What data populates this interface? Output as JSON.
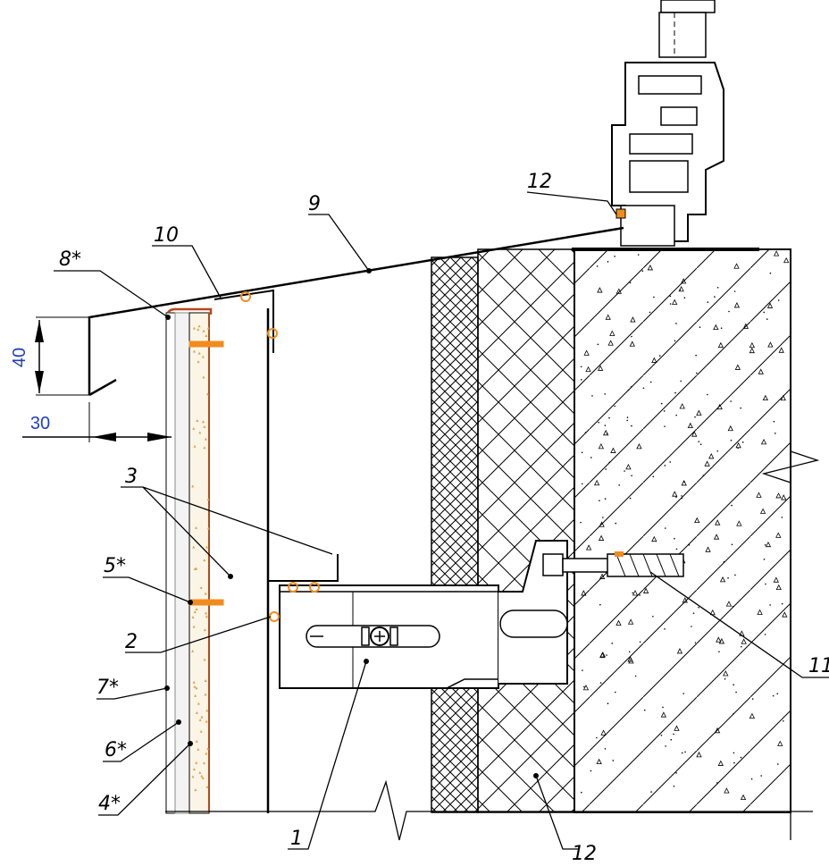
{
  "colors": {
    "line": "#000000",
    "dimension": "#1f3fbf",
    "fastener": "#f08c1e",
    "cladding_edge": "#b34a1a",
    "concrete_hatch": "#000000"
  },
  "callouts": [
    {
      "id": "c1",
      "text": "1"
    },
    {
      "id": "c2",
      "text": "2"
    },
    {
      "id": "c3",
      "text": "3"
    },
    {
      "id": "c4",
      "text": "4*"
    },
    {
      "id": "c5",
      "text": "5*"
    },
    {
      "id": "c6",
      "text": "6*"
    },
    {
      "id": "c7",
      "text": "7*"
    },
    {
      "id": "c8",
      "text": "8*"
    },
    {
      "id": "c9",
      "text": "9"
    },
    {
      "id": "c10",
      "text": "10"
    },
    {
      "id": "c11",
      "text": "11"
    },
    {
      "id": "c12a",
      "text": "12"
    },
    {
      "id": "c12b",
      "text": "12"
    }
  ],
  "dimensions": {
    "drip_height": "40",
    "drip_offset": "30"
  }
}
